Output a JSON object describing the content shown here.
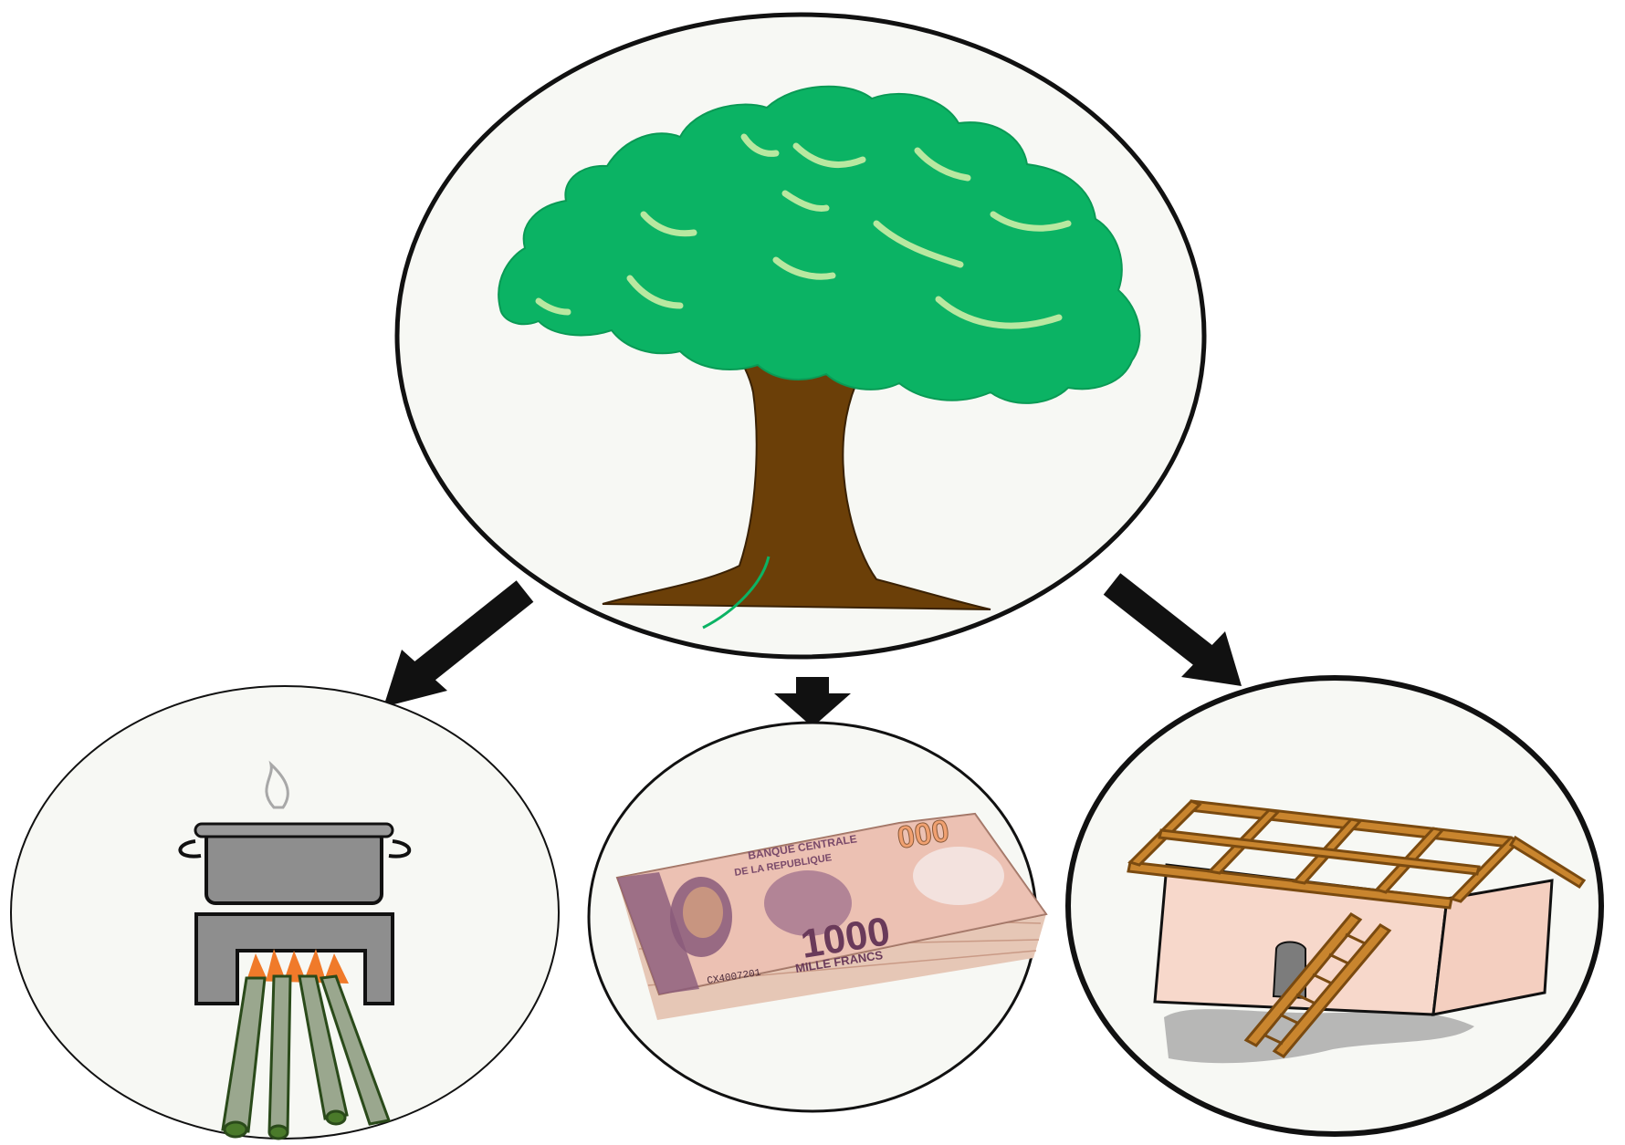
{
  "diagram": {
    "nodes": [
      {
        "id": "tree",
        "depicts": "tree",
        "icon": "tree-icon"
      },
      {
        "id": "cooking",
        "depicts": "pot on a stove over burning firewood",
        "icon": "cooking-fire-icon"
      },
      {
        "id": "money",
        "depicts": "bundle of banknotes",
        "icon": "banknotes-icon"
      },
      {
        "id": "building",
        "depicts": "house with wooden roof frame and ladder",
        "icon": "house-frame-icon"
      }
    ],
    "edges": [
      {
        "from": "tree",
        "to": "cooking"
      },
      {
        "from": "tree",
        "to": "money"
      },
      {
        "from": "tree",
        "to": "building"
      }
    ],
    "banknote": {
      "bank_line1": "BANQUE CENTRALE",
      "bank_line2": "DE LA REPUBLIQUE",
      "denomination_short": "1000",
      "denomination_corner": "000",
      "value_words": "MILLE FRANCS",
      "serial": "CX4007201"
    }
  },
  "colors": {
    "background": "#ffffff",
    "circle_fill": "#f7f8f4",
    "outline": "#111111",
    "foliage": "#0bb364",
    "foliage_highlight": "#b8e8a0",
    "trunk": "#6b3f08",
    "pot": "#8e8e8e",
    "flame": "#f07a2a",
    "wood": "#9aa78e",
    "note_pink": "#e9b7a6",
    "note_purple": "#8a5a7a",
    "note_orange": "#f0a070",
    "wall": "#f7d8cb",
    "roof_wood": "#c9852e",
    "ground": "#9b9b9b"
  }
}
